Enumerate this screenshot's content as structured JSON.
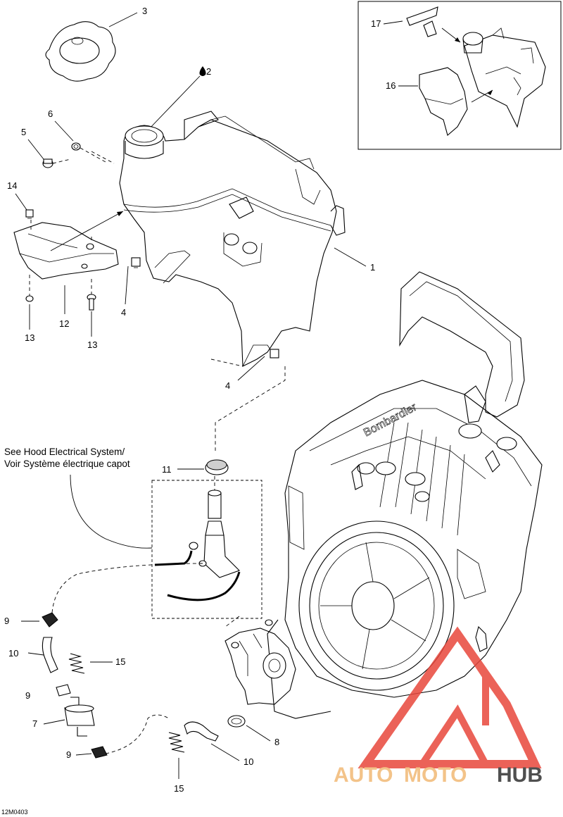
{
  "callouts": {
    "c1": "1",
    "c2": "2",
    "c3": "3",
    "c4a": "4",
    "c4b": "4",
    "c5": "5",
    "c6": "6",
    "c7": "7",
    "c8": "8",
    "c9a": "9",
    "c9b": "9",
    "c9c": "9",
    "c10a": "10",
    "c10b": "10",
    "c11": "11",
    "c12": "12",
    "c13a": "13",
    "c13b": "13",
    "c14": "14",
    "c15a": "15",
    "c15b": "15",
    "c16": "16",
    "c17": "17"
  },
  "note": {
    "line1": "See Hood Electrical System/",
    "line2": "Voir Système électrique capot"
  },
  "figure_code": "12M0403",
  "watermark": {
    "part1": "AUTO",
    "part2": "MOTO",
    "part3": "HUB",
    "logo_color": "#e8473c",
    "text_dark": "#4f4f4f",
    "text_light": "#f3c389"
  },
  "icons": {
    "oil_drop": "oil-drop-icon"
  }
}
